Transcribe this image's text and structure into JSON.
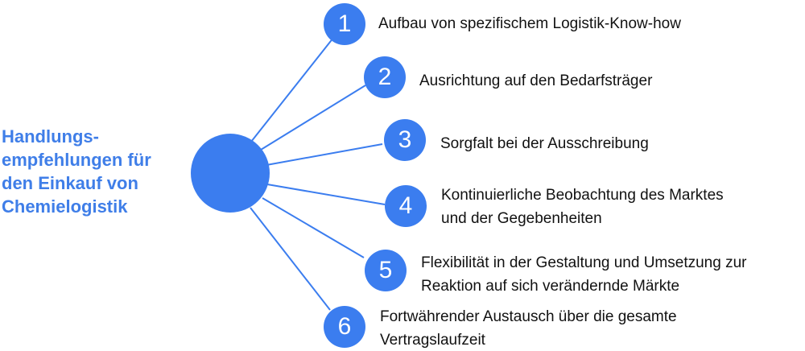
{
  "title_lines": [
    "Handlungs-",
    "empfehlungen für",
    "den Einkauf von",
    "Chemielogistik"
  ],
  "colors": {
    "accent": "#3b7def",
    "title": "#3f7ee8",
    "line": "#3b7def",
    "text": "#111111"
  },
  "items": [
    {
      "number": "1",
      "lines": [
        "Aufbau von spezifischem Logistik-Know-how"
      ]
    },
    {
      "number": "2",
      "lines": [
        "Ausrichtung auf den Bedarfsträger"
      ]
    },
    {
      "number": "3",
      "lines": [
        "Sorgfalt bei der Ausschreibung"
      ]
    },
    {
      "number": "4",
      "lines": [
        "Kontinuierliche Beobachtung des Marktes",
        "und der Gegebenheiten"
      ]
    },
    {
      "number": "5",
      "lines": [
        "Flexibilität in der Gestaltung und Umsetzung zur",
        "Reaktion auf sich verändernde Märkte"
      ]
    },
    {
      "number": "6",
      "lines": [
        "Fortwährender Austausch über die gesamte",
        "Vertragslaufzeit"
      ]
    }
  ]
}
